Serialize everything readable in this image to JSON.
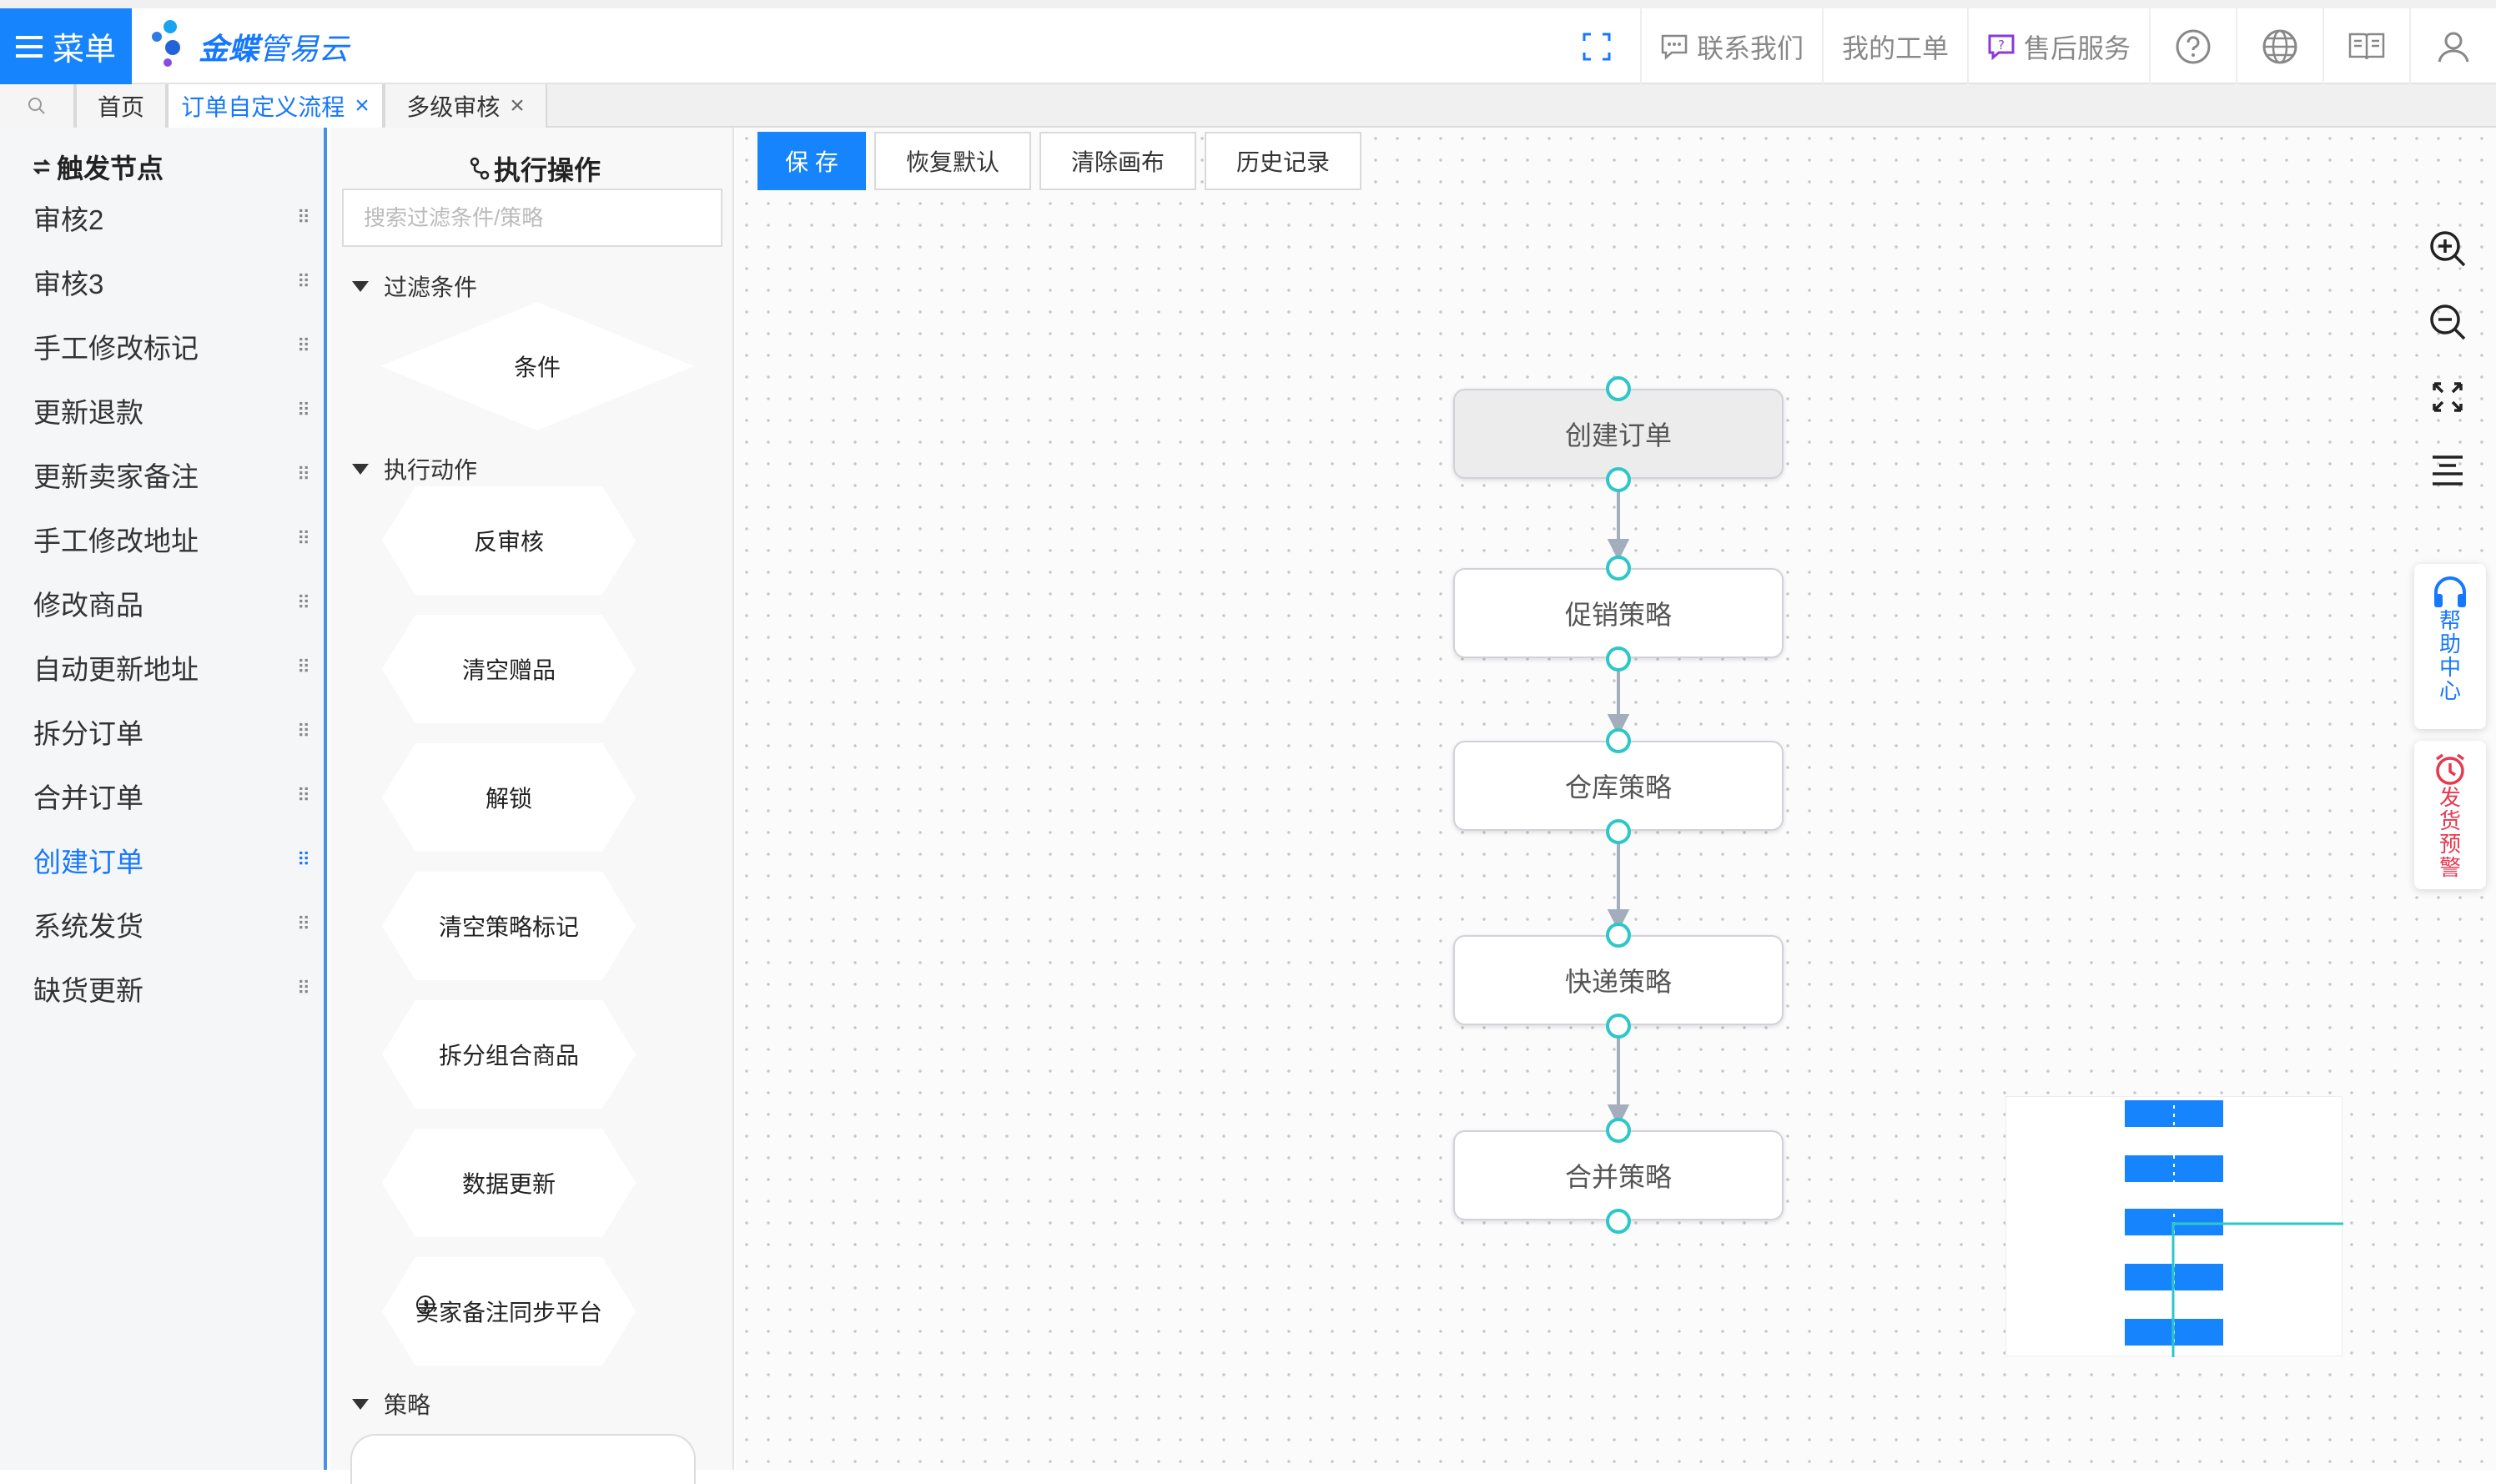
{
  "header": {
    "menu_label": "菜单",
    "logo_brand": "金蝶",
    "logo_product": "管易云",
    "contact_label": "联系我们",
    "my_tickets_label": "我的工单",
    "after_sales_label": "售后服务"
  },
  "tabs": [
    {
      "label": "首页"
    },
    {
      "label": "订单自定义流程",
      "active": true
    },
    {
      "label": "多级审核"
    }
  ],
  "trigger_panel": {
    "title": "触发节点",
    "items": [
      "审核2",
      "审核3",
      "手工修改标记",
      "更新退款",
      "更新卖家备注",
      "手工修改地址",
      "修改商品",
      "自动更新地址",
      "拆分订单",
      "合并订单",
      "创建订单",
      "系统发货",
      "缺货更新"
    ],
    "active_index": 10
  },
  "action_panel": {
    "title": "执行操作",
    "search_placeholder": "搜索过滤条件/策略",
    "sections": {
      "filter": "过滤条件",
      "actions": "执行动作",
      "strategy": "策略"
    },
    "condition_label": "条件",
    "action_items": [
      "反审核",
      "清空赠品",
      "解锁",
      "清空策略标记",
      "拆分组合商品",
      "数据更新",
      "卖家备注同步平台"
    ]
  },
  "toolbar": {
    "save": "保 存",
    "restore": "恢复默认",
    "clear": "清除画布",
    "history": "历史记录"
  },
  "flow": {
    "nodes": [
      "创建订单",
      "促销策略",
      "仓库策略",
      "快递策略",
      "合并策略"
    ]
  },
  "side_widgets": {
    "help": "帮助中心",
    "alert": "发货预警"
  },
  "colors": {
    "primary": "#1684fc",
    "port": "#2ec7c9",
    "alert": "#e8384f"
  }
}
